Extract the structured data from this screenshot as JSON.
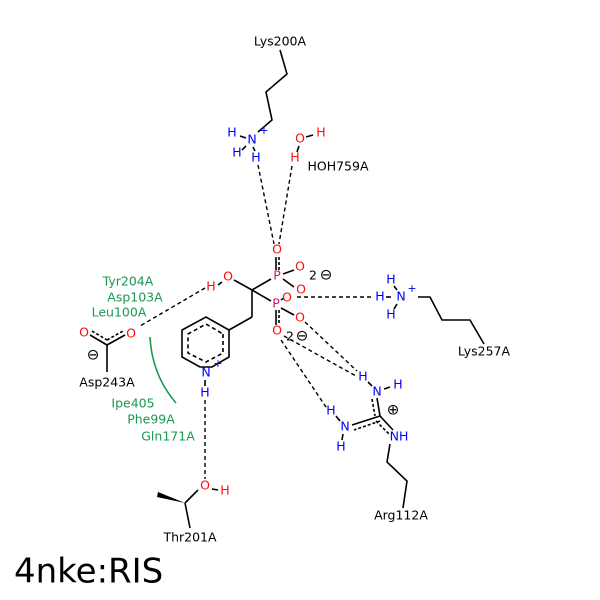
{
  "title": "4nke:RIS",
  "residues": {
    "lys200": "Lys200A",
    "hoh759": "HOH759A",
    "lys257": "Lys257A",
    "asp243": "Asp243A",
    "arg112": "Arg112A",
    "thr201": "Thr201A"
  },
  "hydrophobic_contacts": [
    "Tyr204A",
    "Asp103A",
    "Leu100A",
    "Ipe405",
    "Phe99A",
    "Gln171A"
  ],
  "atoms": {
    "O": "O",
    "H": "H",
    "N": "N",
    "P": "P",
    "NH": "NH",
    "plus": "+",
    "charge2": "2",
    "minus": "⊖",
    "plus_circle": "⊕"
  },
  "colors": {
    "oxygen": "#ff0d0d",
    "nitrogen": "#0000ff",
    "phosphorus": "#d0107a",
    "contact": "#1a9850"
  }
}
